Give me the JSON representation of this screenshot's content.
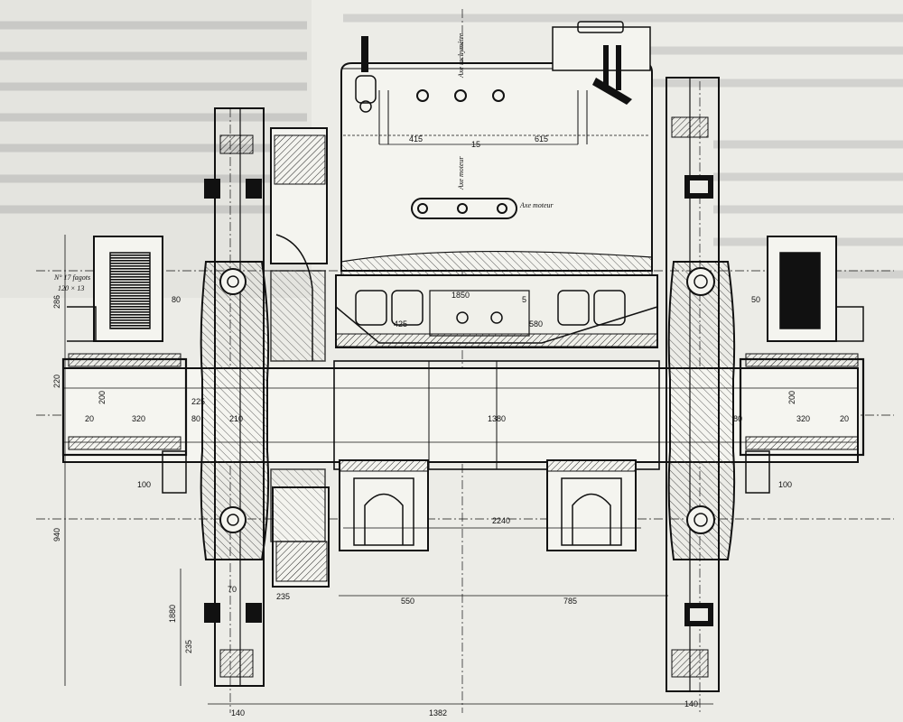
{
  "title": "",
  "labels": {
    "axe_tachymetre": "Axe tachymètre",
    "axe_moteur_vertical": "Axe moteur",
    "axe_moteur": "Axe moteur",
    "ressort_note_1": "N° 17 fagots",
    "ressort_note_2": "120 × 13"
  },
  "dimensions": {
    "d415": "415",
    "d615": "615",
    "d15": "15",
    "d1850": "1850",
    "d425": "425",
    "d580": "580",
    "d5": "5",
    "d2240": "2240",
    "d550": "550",
    "d785": "785",
    "d1382": "1382",
    "d140_left": "140",
    "d140_right": "140",
    "d100_left": "100",
    "d100_right": "100",
    "d320_left": "320",
    "d320_right": "320",
    "d200_left": "200",
    "d200_right": "200",
    "d225": "225",
    "d80_left": "80",
    "d80_right": "80",
    "d210": "210",
    "d1380": "1380",
    "d940": "940",
    "d286": "286",
    "d220": "220",
    "d235_left": "235",
    "d235_low": "235",
    "d1880": "1880",
    "d70": "70",
    "d80_r": "80",
    "d50": "50",
    "d20_left": "20",
    "d20_right": "20"
  }
}
